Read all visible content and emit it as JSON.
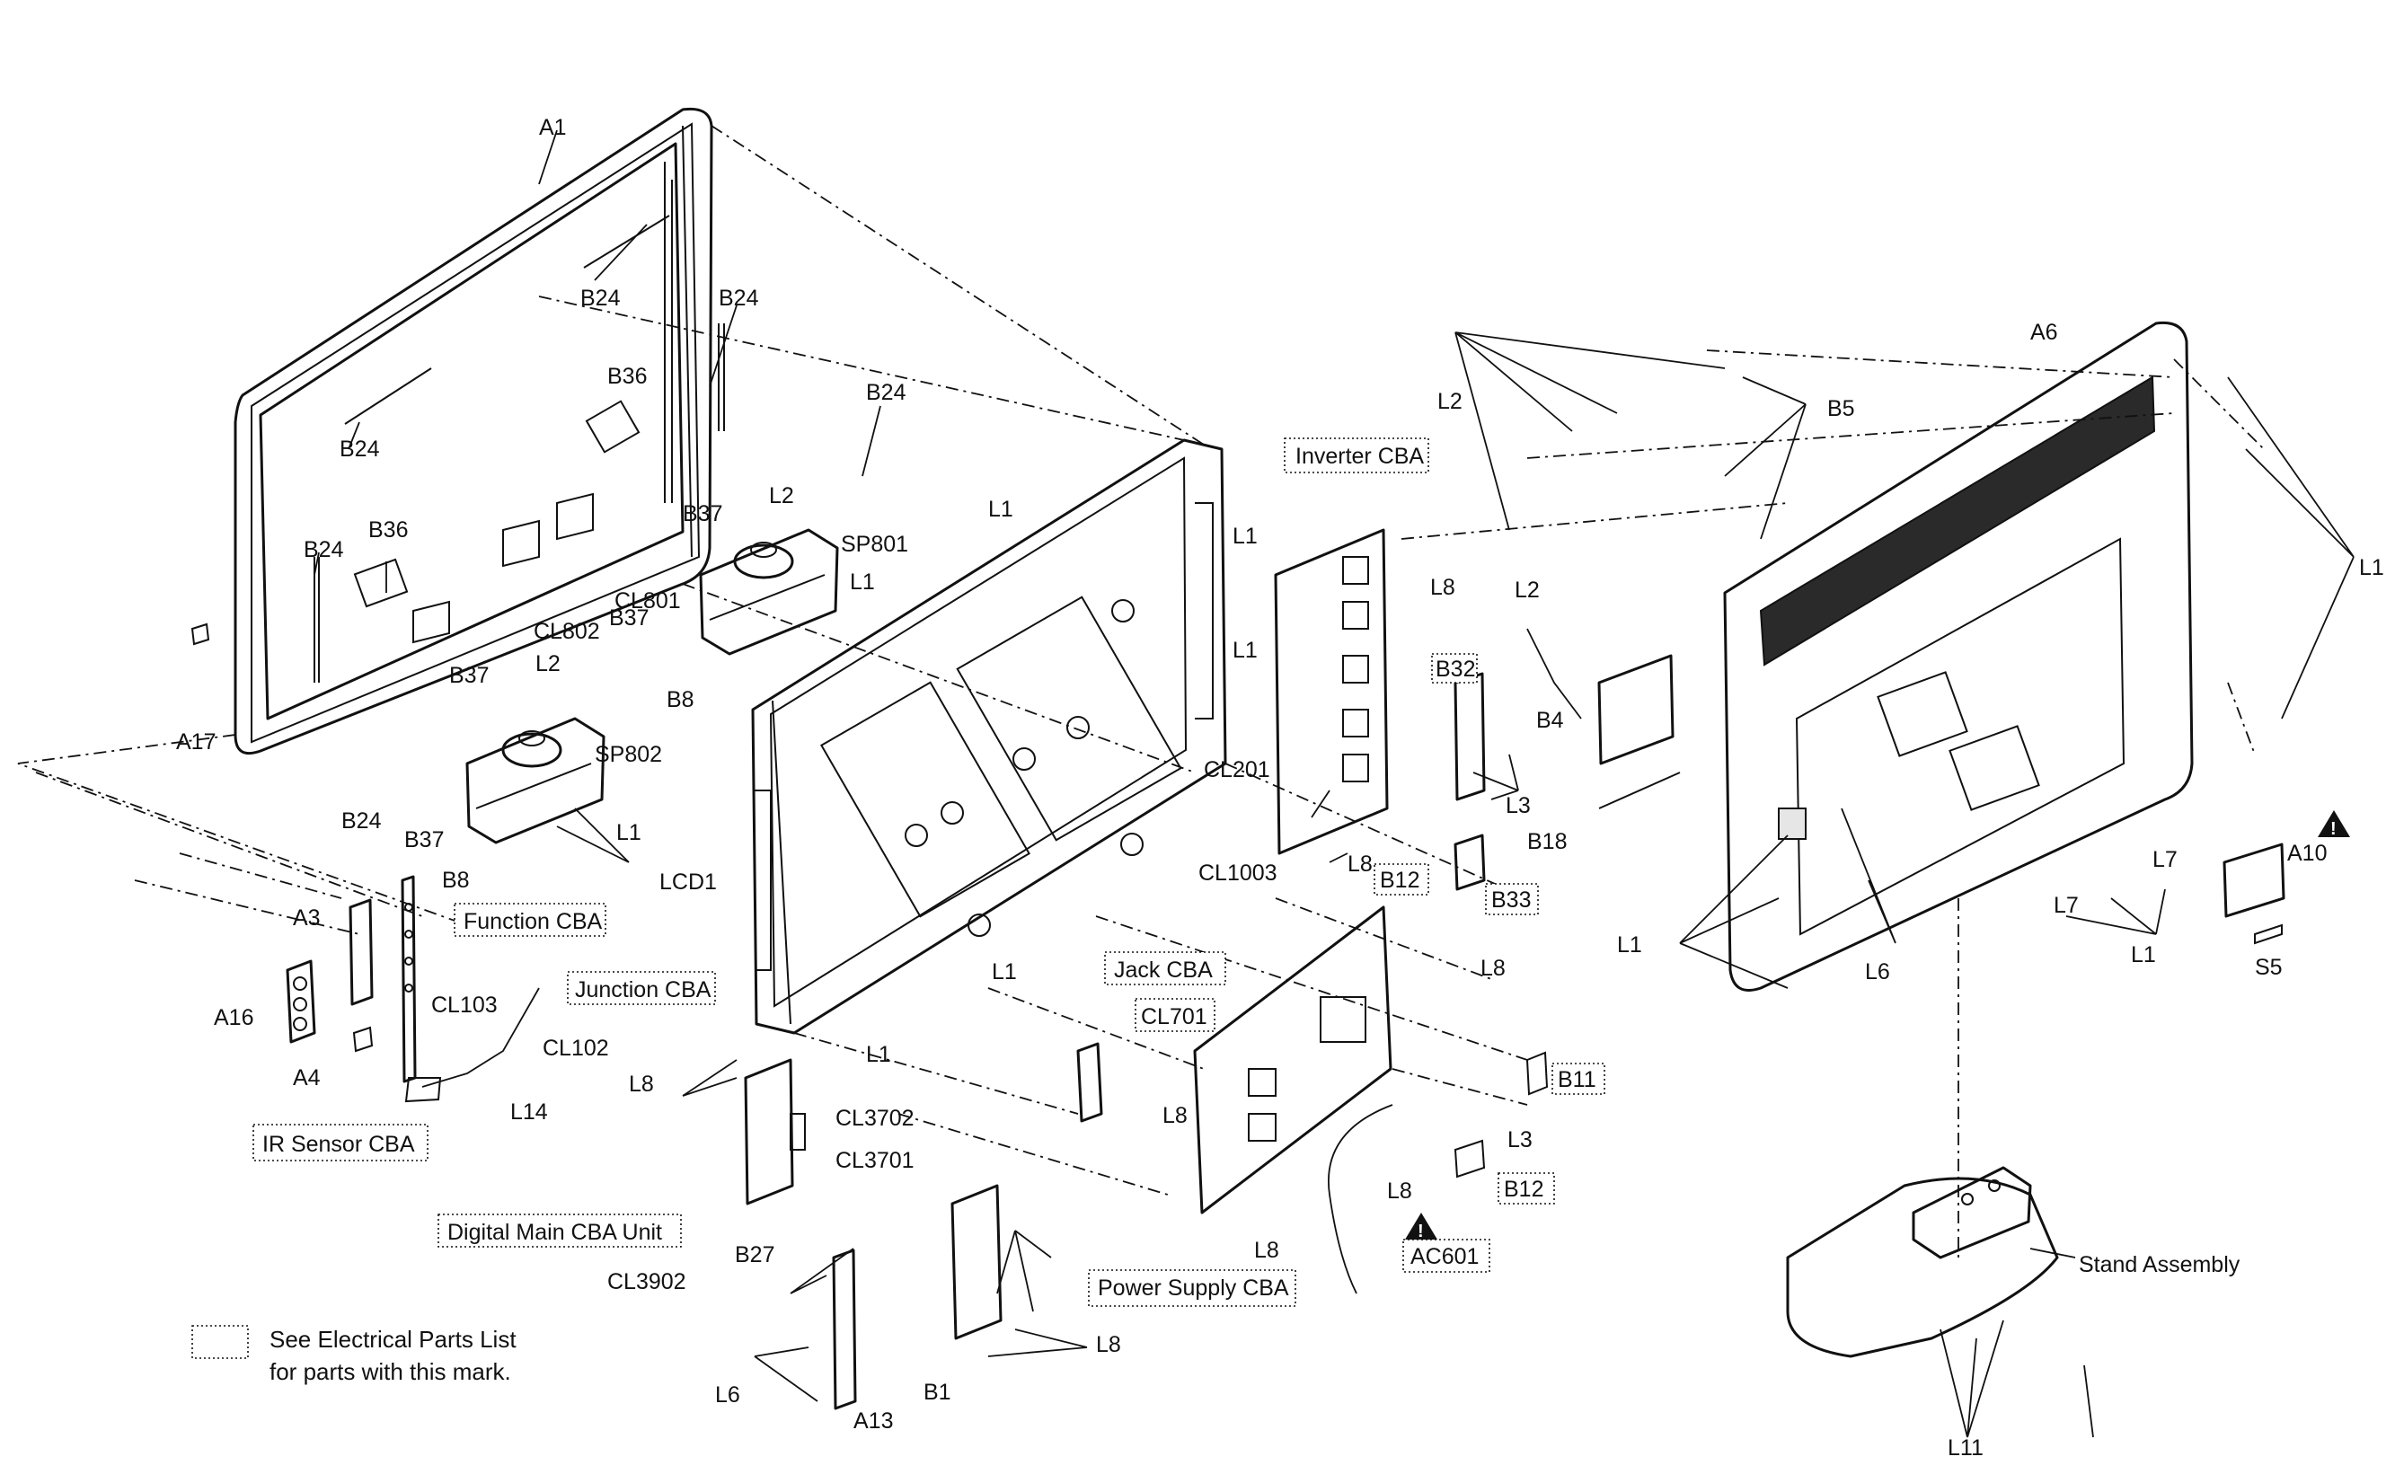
{
  "labels": {
    "A1": "A1",
    "A3": "A3",
    "A4": "A4",
    "A6": "A6",
    "A10": "A10",
    "A13": "A13",
    "A16": "A16",
    "A17": "A17",
    "AC601": "AC601",
    "B1": "B1",
    "B4": "B4",
    "B5": "B5",
    "B8": "B8",
    "B11": "B11",
    "B12": "B12",
    "B18": "B18",
    "B24": "B24",
    "B27": "B27",
    "B32": "B32",
    "B33": "B33",
    "B36": "B36",
    "B37": "B37",
    "CL102": "CL102",
    "CL103": "CL103",
    "CL201": "CL201",
    "CL701": "CL701",
    "CL801": "CL801",
    "CL802": "CL802",
    "CL1003": "CL1003",
    "CL3701": "CL3701",
    "CL3702": "CL3702",
    "CL3902": "CL3902",
    "L1": "L1",
    "L2": "L2",
    "L3": "L3",
    "L6": "L6",
    "L7": "L7",
    "L8": "L8",
    "L11": "L11",
    "L14": "L14",
    "LCD1": "LCD1",
    "S5": "S5",
    "SP801": "SP801",
    "SP802": "SP802"
  },
  "boards": {
    "inverter": "Inverter CBA",
    "function": "Function CBA",
    "junction": "Junction CBA",
    "ir_sensor": "IR Sensor CBA",
    "jack": "Jack CBA",
    "digital_main": "Digital Main CBA Unit",
    "power_supply": "Power Supply CBA"
  },
  "stand": "Stand Assembly",
  "warning_symbol": "!",
  "note": {
    "line1": "See Electrical Parts List",
    "line2": "for parts with this mark."
  }
}
